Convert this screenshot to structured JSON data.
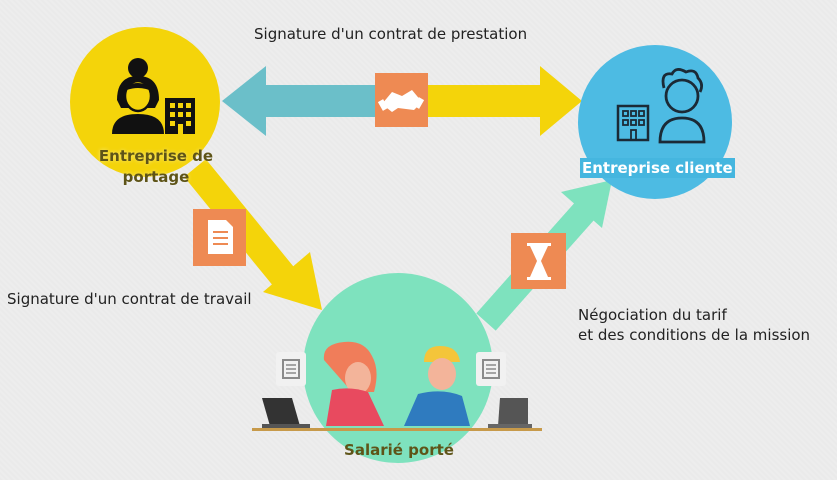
{
  "nodes": {
    "portage": {
      "label_line1": "Entreprise de",
      "label_line2": "portage"
    },
    "client": {
      "label": "Entreprise cliente"
    },
    "salarie": {
      "label": "Salarié porté"
    }
  },
  "edges": {
    "prestation": {
      "label": "Signature d'un contrat de prestation",
      "icon": "handshake-icon"
    },
    "travail": {
      "label": "Signature d'un contrat de travail",
      "icon": "document-icon"
    },
    "negociation": {
      "label_line1": "Négociation du tarif",
      "label_line2": "et des conditions de la mission",
      "icon": "hourglass-icon"
    }
  },
  "colors": {
    "yellow": "#f4d40a",
    "blue": "#4dbbe3",
    "green": "#7ee2be",
    "teal_arrow": "#6bbfc9",
    "orange_badge": "#ee8a53",
    "background": "#ededed"
  }
}
